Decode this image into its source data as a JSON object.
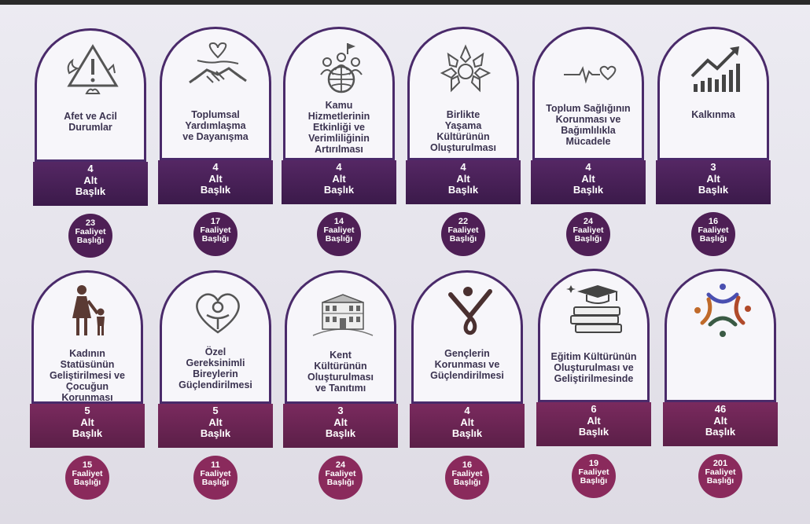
{
  "cards": [
    {
      "title": "Afet ve Acil\nDurumlar",
      "icon": "disaster-warning-icon",
      "sub_count": "4",
      "sub_label": "Alt\nBaşlık",
      "activity_count": "23",
      "activity_label": "Faaliyet\nBaşlığı"
    },
    {
      "title": "Toplumsal\nYardımlaşma\nve Dayanışma",
      "icon": "handshake-heart-icon",
      "sub_count": "4",
      "sub_label": "Alt\nBaşlık",
      "activity_count": "17",
      "activity_label": "Faaliyet\nBaşlığı"
    },
    {
      "title": "Kamu\nHizmetlerinin\nEtkinliği ve\nVerimliliğinin\nArtırılması",
      "icon": "people-globe-icon",
      "sub_count": "4",
      "sub_label": "Alt\nBaşlık",
      "activity_count": "14",
      "activity_label": "Faaliyet\nBaşlığı"
    },
    {
      "title": "Birlikte\nYaşama\nKültürünün\nOluşturulması",
      "icon": "hands-circle-icon",
      "sub_count": "4",
      "sub_label": "Alt\nBaşlık",
      "activity_count": "22",
      "activity_label": "Faaliyet\nBaşlığı"
    },
    {
      "title": "Toplum Sağlığının\nKorunması ve\nBağımlılıkla\nMücadele",
      "icon": "heartbeat-icon",
      "sub_count": "4",
      "sub_label": "Alt\nBaşlık",
      "activity_count": "24",
      "activity_label": "Faaliyet\nBaşlığı"
    },
    {
      "title": "Kalkınma",
      "icon": "growth-chart-icon",
      "sub_count": "3",
      "sub_label": "Alt\nBaşlık",
      "activity_count": "16",
      "activity_label": "Faaliyet\nBaşlığı"
    },
    {
      "title": "Kadının\nStatüsünün\nGeliştirilmesi ve\nÇocuğun\nKorunması",
      "icon": "mother-child-icon",
      "sub_count": "5",
      "sub_label": "Alt\nBaşlık",
      "activity_count": "15",
      "activity_label": "Faaliyet\nBaşlığı"
    },
    {
      "title": "Özel\nGereksinimli\nBireylerin\nGüçlendirilmesi",
      "icon": "heart-person-icon",
      "sub_count": "5",
      "sub_label": "Alt\nBaşlık",
      "activity_count": "11",
      "activity_label": "Faaliyet\nBaşlığı"
    },
    {
      "title": "Kent\nKültürünün\nOluşturulması\nve Tanıtımı",
      "icon": "historic-house-icon",
      "sub_count": "3",
      "sub_label": "Alt\nBaşlık",
      "activity_count": "24",
      "activity_label": "Faaliyet\nBaşlığı"
    },
    {
      "title": "Gençlerin\nKorunması ve\nGüçlendirilmesi",
      "icon": "youth-figure-icon",
      "sub_count": "4",
      "sub_label": "Alt\nBaşlık",
      "activity_count": "16",
      "activity_label": "Faaliyet\nBaşlığı"
    },
    {
      "title": "Eğitim Kültürünün\nOluşturulması ve\nGeliştirilmesinde",
      "icon": "graduation-books-icon",
      "sub_count": "6",
      "sub_label": "Alt\nBaşlık",
      "activity_count": "19",
      "activity_label": "Faaliyet\nBaşlığı"
    },
    {
      "title": "",
      "icon": "community-logo-icon",
      "sub_count": "46",
      "sub_label": "Alt\nBaşlık",
      "activity_count": "201",
      "activity_label": "Faaliyet\nBaşlığı"
    }
  ]
}
